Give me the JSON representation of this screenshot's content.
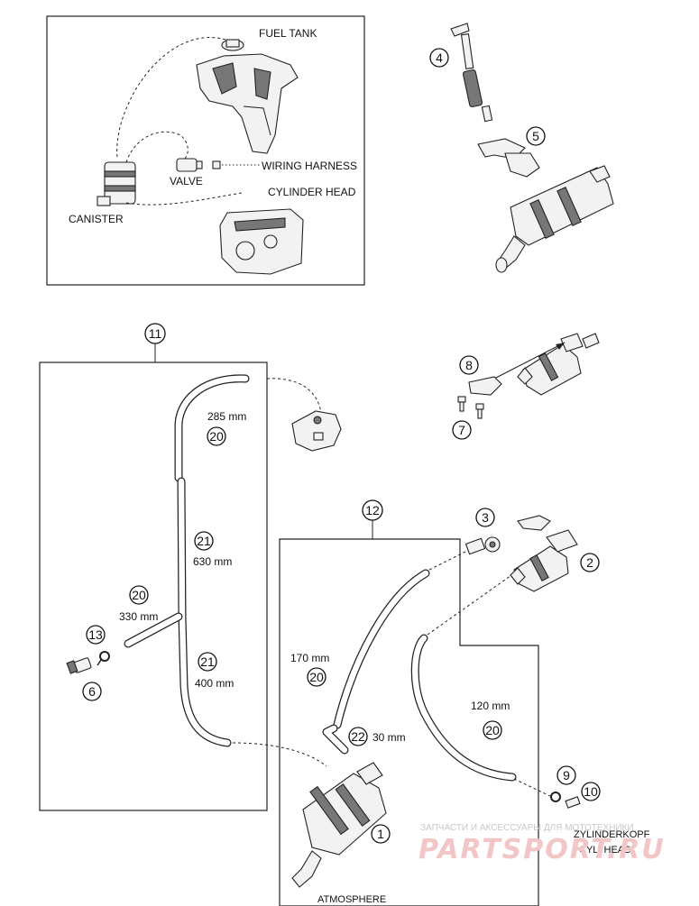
{
  "overview": {
    "fuel_tank": "FUEL TANK",
    "wiring_harness": "WIRING HARNESS",
    "valve": "VALVE",
    "cylinder_head": "CYLINDER HEAD",
    "canister": "CANISTER"
  },
  "callouts": {
    "c1": "1",
    "c2": "2",
    "c3": "3",
    "c4": "4",
    "c5": "5",
    "c6": "6",
    "c7": "7",
    "c8": "8",
    "c9": "9",
    "c10": "10",
    "c11": "11",
    "c12": "12",
    "c13": "13",
    "c20a": "20",
    "c20b": "20",
    "c20c": "20",
    "c20d": "20",
    "c21a": "21",
    "c21b": "21",
    "c22": "22"
  },
  "hose_lengths": {
    "h285": "285 mm",
    "h630": "630 mm",
    "h330": "330 mm",
    "h400": "400 mm",
    "h170": "170 mm",
    "h30": "30 mm",
    "h120": "120 mm"
  },
  "labels": {
    "zylinderkopf": "ZYLINDERKOPF",
    "cyl_head": "CYL. HEAD",
    "atmosphere": "ATMOSPHERE"
  },
  "watermark": {
    "subtitle": "ЗАПЧАСТИ И АКСЕССУАРЫ ДЛЯ МОТОТЕХНИКИ",
    "brand": "PARTSPORT.RU"
  }
}
